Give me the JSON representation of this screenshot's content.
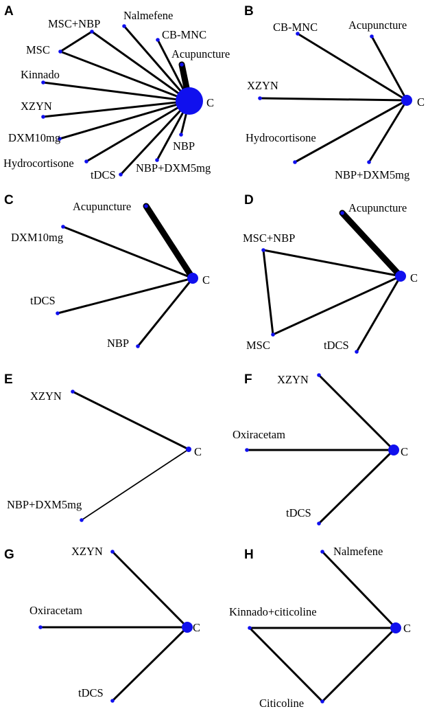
{
  "colors": {
    "node": "#1010ee",
    "edge": "#000000",
    "background": "#ffffff"
  },
  "panels": [
    {
      "id": "A",
      "label": "A",
      "nodes": [
        {
          "id": "C",
          "label": "C",
          "size": "large"
        },
        {
          "id": "MSC+NBP",
          "label": "MSC+NBP"
        },
        {
          "id": "Nalmefene",
          "label": "Nalmefene"
        },
        {
          "id": "CB-MNC",
          "label": "CB-MNC"
        },
        {
          "id": "Acupuncture",
          "label": "Acupuncture"
        },
        {
          "id": "MSC",
          "label": "MSC"
        },
        {
          "id": "Kinnado",
          "label": "Kinnado"
        },
        {
          "id": "XZYN",
          "label": "XZYN"
        },
        {
          "id": "DXM10mg",
          "label": "DXM10mg"
        },
        {
          "id": "Hydrocortisone",
          "label": "Hydrocortisone"
        },
        {
          "id": "tDCS",
          "label": "tDCS"
        },
        {
          "id": "NBP+DXM5mg",
          "label": "NBP+DXM5mg"
        },
        {
          "id": "NBP",
          "label": "NBP"
        }
      ],
      "edges": [
        {
          "from": "MSC",
          "to": "MSC+NBP",
          "weight": 1
        },
        {
          "from": "MSC+NBP",
          "to": "C",
          "weight": 1
        },
        {
          "from": "MSC",
          "to": "C",
          "weight": 1
        },
        {
          "from": "Nalmefene",
          "to": "C",
          "weight": 1
        },
        {
          "from": "CB-MNC",
          "to": "C",
          "weight": 1
        },
        {
          "from": "Acupuncture",
          "to": "C",
          "weight": 3
        },
        {
          "from": "Kinnado",
          "to": "C",
          "weight": 1
        },
        {
          "from": "XZYN",
          "to": "C",
          "weight": 1
        },
        {
          "from": "DXM10mg",
          "to": "C",
          "weight": 1
        },
        {
          "from": "Hydrocortisone",
          "to": "C",
          "weight": 1
        },
        {
          "from": "tDCS",
          "to": "C",
          "weight": 1
        },
        {
          "from": "NBP+DXM5mg",
          "to": "C",
          "weight": 1
        },
        {
          "from": "NBP",
          "to": "C",
          "weight": 1
        }
      ]
    },
    {
      "id": "B",
      "label": "B",
      "nodes": [
        {
          "id": "C",
          "label": "C",
          "size": "medium"
        },
        {
          "id": "CB-MNC",
          "label": "CB-MNC"
        },
        {
          "id": "Acupuncture",
          "label": "Acupuncture"
        },
        {
          "id": "XZYN",
          "label": "XZYN"
        },
        {
          "id": "Hydrocortisone",
          "label": "Hydrocortisone"
        },
        {
          "id": "NBP+DXM5mg",
          "label": "NBP+DXM5mg"
        }
      ],
      "edges": [
        {
          "from": "CB-MNC",
          "to": "C",
          "weight": 1
        },
        {
          "from": "Acupuncture",
          "to": "C",
          "weight": 1
        },
        {
          "from": "XZYN",
          "to": "C",
          "weight": 1
        },
        {
          "from": "Hydrocortisone",
          "to": "C",
          "weight": 1
        },
        {
          "from": "NBP+DXM5mg",
          "to": "C",
          "weight": 1
        }
      ]
    },
    {
      "id": "C",
      "label": "C",
      "nodes": [
        {
          "id": "C",
          "label": "C",
          "size": "medium"
        },
        {
          "id": "Acupuncture",
          "label": "Acupuncture"
        },
        {
          "id": "DXM10mg",
          "label": "DXM10mg"
        },
        {
          "id": "tDCS",
          "label": "tDCS"
        },
        {
          "id": "NBP",
          "label": "NBP"
        }
      ],
      "edges": [
        {
          "from": "Acupuncture",
          "to": "C",
          "weight": 3
        },
        {
          "from": "DXM10mg",
          "to": "C",
          "weight": 1
        },
        {
          "from": "tDCS",
          "to": "C",
          "weight": 1
        },
        {
          "from": "NBP",
          "to": "C",
          "weight": 1
        }
      ]
    },
    {
      "id": "D",
      "label": "D",
      "nodes": [
        {
          "id": "C",
          "label": "C",
          "size": "medium"
        },
        {
          "id": "Acupuncture",
          "label": "Acupuncture"
        },
        {
          "id": "MSC+NBP",
          "label": "MSC+NBP"
        },
        {
          "id": "MSC",
          "label": "MSC"
        },
        {
          "id": "tDCS",
          "label": "tDCS"
        }
      ],
      "edges": [
        {
          "from": "Acupuncture",
          "to": "C",
          "weight": 3
        },
        {
          "from": "MSC+NBP",
          "to": "C",
          "weight": 1
        },
        {
          "from": "MSC+NBP",
          "to": "MSC",
          "weight": 1
        },
        {
          "from": "MSC",
          "to": "C",
          "weight": 1
        },
        {
          "from": "tDCS",
          "to": "C",
          "weight": 1
        }
      ]
    },
    {
      "id": "E",
      "label": "E",
      "nodes": [
        {
          "id": "C",
          "label": "C",
          "size": "small"
        },
        {
          "id": "XZYN",
          "label": "XZYN"
        },
        {
          "id": "NBP+DXM5mg",
          "label": "NBP+DXM5mg"
        }
      ],
      "edges": [
        {
          "from": "XZYN",
          "to": "C",
          "weight": 1
        },
        {
          "from": "NBP+DXM5mg",
          "to": "C",
          "weight": 0.6
        }
      ]
    },
    {
      "id": "F",
      "label": "F",
      "nodes": [
        {
          "id": "C",
          "label": "C",
          "size": "medium"
        },
        {
          "id": "XZYN",
          "label": "XZYN"
        },
        {
          "id": "Oxiracetam",
          "label": "Oxiracetam"
        },
        {
          "id": "tDCS",
          "label": "tDCS"
        }
      ],
      "edges": [
        {
          "from": "XZYN",
          "to": "C",
          "weight": 1
        },
        {
          "from": "Oxiracetam",
          "to": "C",
          "weight": 1
        },
        {
          "from": "tDCS",
          "to": "C",
          "weight": 1
        }
      ]
    },
    {
      "id": "G",
      "label": "G",
      "nodes": [
        {
          "id": "C",
          "label": "C",
          "size": "medium"
        },
        {
          "id": "XZYN",
          "label": "XZYN"
        },
        {
          "id": "Oxiracetam",
          "label": "Oxiracetam"
        },
        {
          "id": "tDCS",
          "label": "tDCS"
        }
      ],
      "edges": [
        {
          "from": "XZYN",
          "to": "C",
          "weight": 1
        },
        {
          "from": "Oxiracetam",
          "to": "C",
          "weight": 1
        },
        {
          "from": "tDCS",
          "to": "C",
          "weight": 1
        }
      ]
    },
    {
      "id": "H",
      "label": "H",
      "nodes": [
        {
          "id": "C",
          "label": "C",
          "size": "medium"
        },
        {
          "id": "Nalmefene",
          "label": "Nalmefene"
        },
        {
          "id": "Kinnado+citicoline",
          "label": "Kinnado+citicoline"
        },
        {
          "id": "Citicoline",
          "label": "Citicoline"
        }
      ],
      "edges": [
        {
          "from": "Nalmefene",
          "to": "C",
          "weight": 1
        },
        {
          "from": "Kinnado+citicoline",
          "to": "C",
          "weight": 1
        },
        {
          "from": "Kinnado+citicoline",
          "to": "Citicoline",
          "weight": 1
        },
        {
          "from": "Citicoline",
          "to": "C",
          "weight": 1
        }
      ]
    }
  ]
}
